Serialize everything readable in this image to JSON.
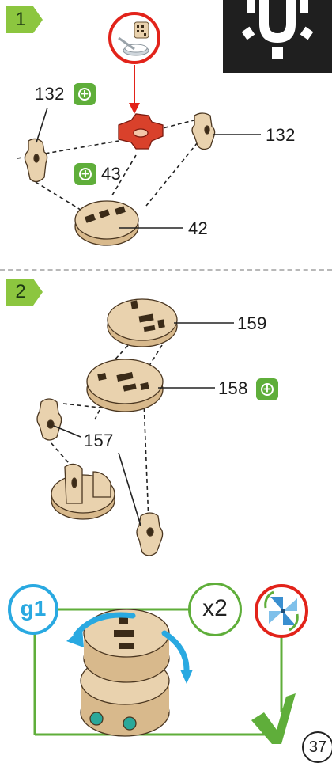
{
  "step1": {
    "number": "1",
    "labels": {
      "top_left_part": "132",
      "right_part": "132",
      "center_part": "43",
      "base_part": "42"
    }
  },
  "step2": {
    "number": "2",
    "labels": {
      "top_disc": "159",
      "middle_disc": "158",
      "side_part": "157"
    }
  },
  "footer": {
    "group_label": "g1",
    "multiplier": "x2",
    "page_number": "37"
  },
  "colors": {
    "step_badge_green": "#8cc63f",
    "plus_badge_green": "#5fae3a",
    "accent_red": "#e2231a",
    "accent_blue": "#29a9e1",
    "wood": "#e9d2ae",
    "dark_tile": "#1f1f1f"
  },
  "icons": {
    "plus_badge": "circled-plus-icon",
    "gear_tile": "gear-icon",
    "glue_callout": "glue-dish-icon",
    "pinwheel": "pinwheel-icon",
    "check": "checkmark-icon",
    "rotation": "rotate-arrow-icon"
  }
}
